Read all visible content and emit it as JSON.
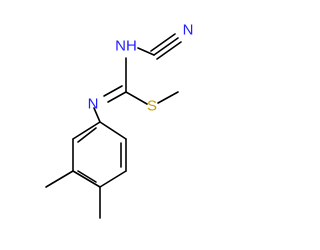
{
  "molecule": {
    "atoms": {
      "n_nitrile": {
        "symbol": "N",
        "color": "#2020ff"
      },
      "n_imine_h": {
        "symbol": "NH",
        "color": "#2020ff"
      },
      "n_imine": {
        "symbol": "N",
        "color": "#2020ff"
      },
      "s": {
        "symbol": "S",
        "color": "#c8a000"
      }
    },
    "bond_colors": {
      "carbon": "#000000",
      "nitrogen": "#2020ff",
      "sulfur": "#c8a000"
    }
  }
}
